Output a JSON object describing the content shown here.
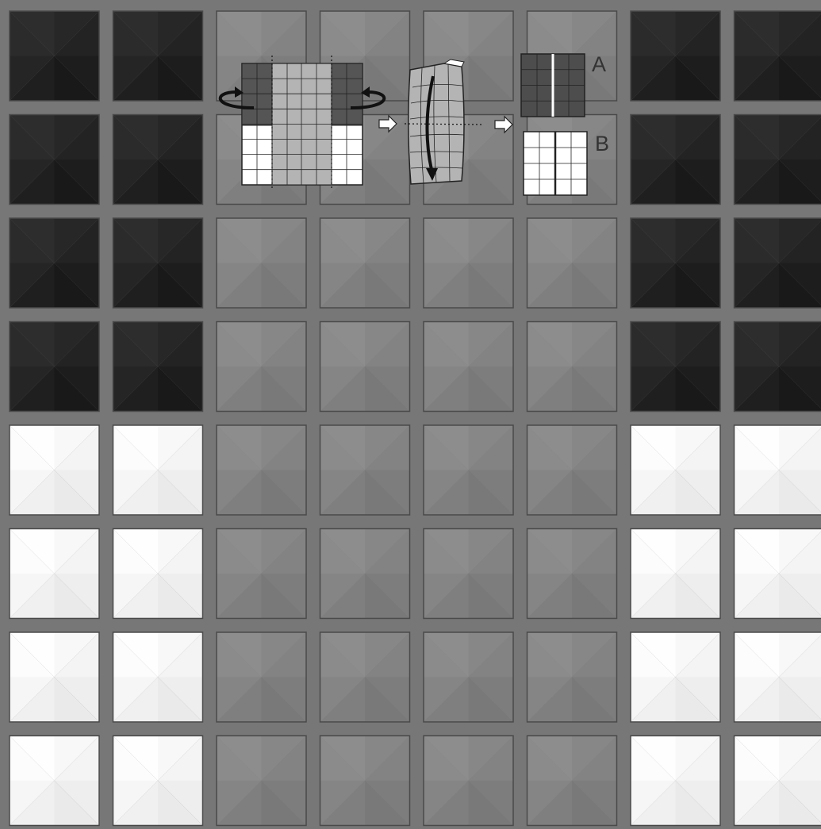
{
  "board": {
    "rows": 8,
    "cols": 8,
    "colors": {
      "background": "#777777",
      "dark_tile": "#232323",
      "mid_tile": "#838383",
      "light_tile": "#f4f4f4",
      "tile_border": "#4a4a4a"
    },
    "tone_rows": [
      [
        "dark",
        "dark",
        "mid",
        "mid",
        "mid",
        "mid",
        "dark",
        "dark"
      ],
      [
        "dark",
        "dark",
        "mid",
        "mid",
        "mid",
        "mid",
        "dark",
        "dark"
      ],
      [
        "dark",
        "dark",
        "mid",
        "mid",
        "mid",
        "mid",
        "dark",
        "dark"
      ],
      [
        "dark",
        "dark",
        "mid",
        "mid",
        "mid",
        "mid",
        "dark",
        "dark"
      ],
      [
        "light",
        "light",
        "mid",
        "mid",
        "mid",
        "mid",
        "light",
        "light"
      ],
      [
        "light",
        "light",
        "mid",
        "mid",
        "mid",
        "mid",
        "light",
        "light"
      ],
      [
        "light",
        "light",
        "mid",
        "mid",
        "mid",
        "mid",
        "light",
        "light"
      ],
      [
        "light",
        "light",
        "mid",
        "mid",
        "mid",
        "mid",
        "light",
        "light"
      ]
    ]
  },
  "diagram": {
    "label_a": "A",
    "label_b": "B",
    "colors": {
      "sheet_center": "#b4b4b4",
      "sheet_side_dark": "#555555",
      "sheet_white": "#ffffff",
      "result_a": "#4d4d4d",
      "result_b": "#ffffff",
      "line": "#222222",
      "arrow": "#111111",
      "label": "#333333"
    }
  }
}
